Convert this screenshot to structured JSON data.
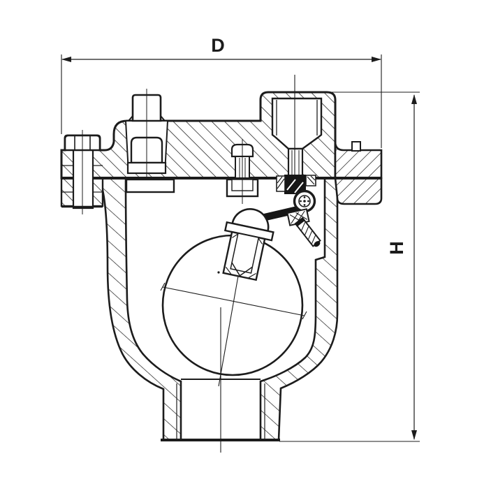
{
  "drawing": {
    "kind": "sectional-technical-drawing",
    "subject": "float-type air release valve cross-section",
    "background_color": "#ffffff",
    "line_color": "#1c1c1c",
    "labels": {
      "width_dimension": "D",
      "height_dimension": "H"
    }
  }
}
